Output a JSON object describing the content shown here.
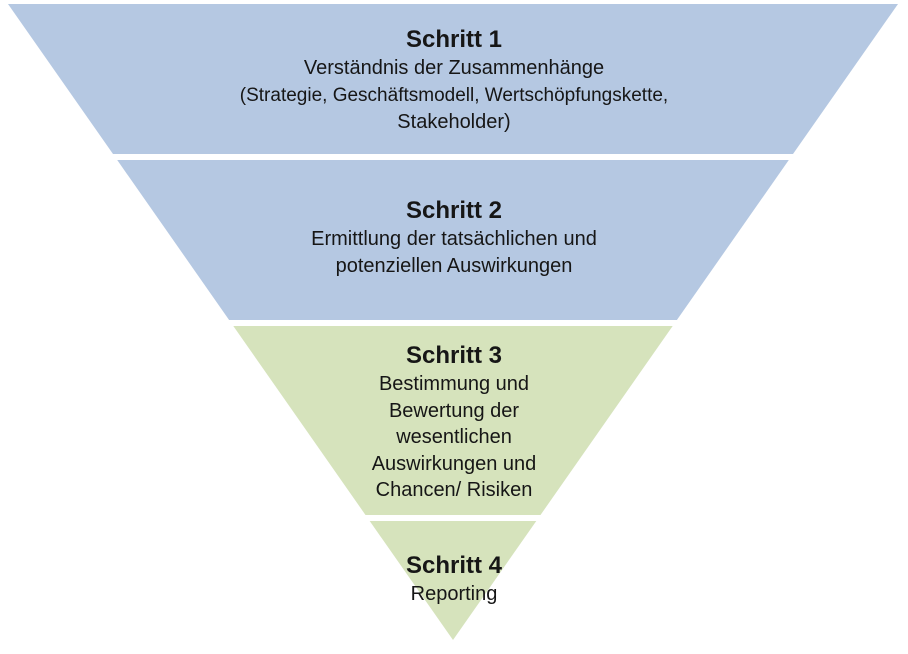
{
  "colors": {
    "step_blue": "#b5c8e2",
    "step_green": "#d6e3bc",
    "text": "#161616",
    "background": "#ffffff"
  },
  "steps": [
    {
      "title": "Schritt 1",
      "lines": [
        "Verständnis der Zusammenhänge",
        "(Strategie, Geschäftsmodell, Wertschöpfungskette,",
        "Stakeholder)"
      ]
    },
    {
      "title": "Schritt 2",
      "lines": [
        "Ermittlung der tatsächlichen und",
        "potenziellen Auswirkungen"
      ]
    },
    {
      "title": "Schritt 3",
      "lines": [
        "Bestimmung und",
        "Bewertung der",
        "wesentlichen",
        "Auswirkungen und",
        "Chancen/ Risiken"
      ]
    },
    {
      "title": "Schritt 4",
      "lines": [
        "Reporting"
      ]
    }
  ]
}
